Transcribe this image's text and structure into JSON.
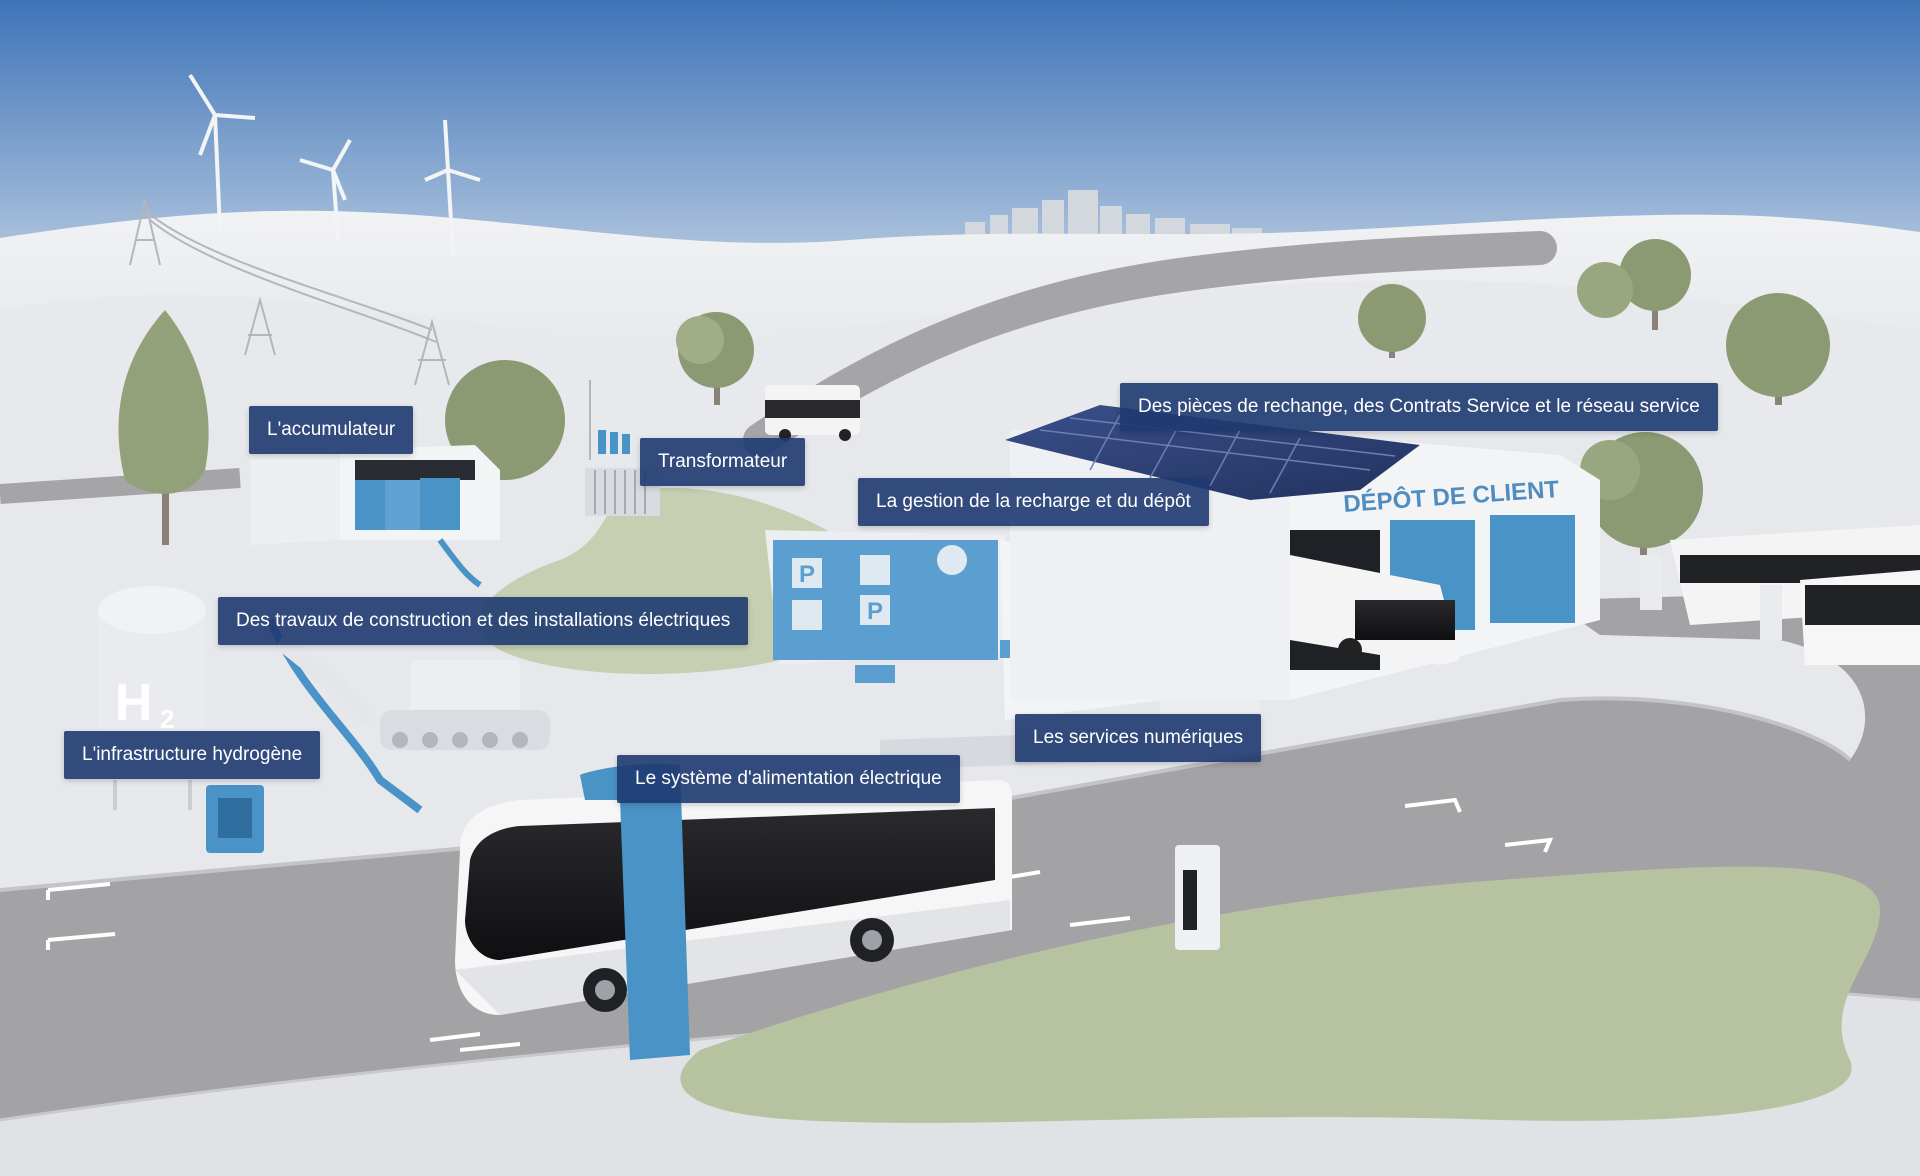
{
  "scene": {
    "depot_sign": "DÉPÔT DE CLIENT",
    "hydrogen_symbol": "H",
    "hydrogen_subscript": "2",
    "parking_glyph": "P"
  },
  "hotspots": {
    "accumulateur": "L'accumulateur",
    "transformateur": "Transformateur",
    "pieces_rechange": "Des pièces de rechange, des Contrats Service et le réseau service",
    "gestion_recharge": "La gestion de la recharge et du dépôt",
    "travaux_construction": "Des travaux de construction et des installations électriques",
    "infrastructure_hydrogene": "L'infrastructure hydrogène",
    "systeme_alimentation": "Le système d'alimentation électrique",
    "services_numeriques": "Les services numériques"
  },
  "colors": {
    "sky_top": "#3e74b8",
    "sky_bottom": "#c9d7e6",
    "ground": "#e6e8ec",
    "road": "#9d9d9f",
    "grass": "#b7c3a0",
    "accent_blue": "#4a8fc4",
    "label_bg": "#1e3a70"
  }
}
